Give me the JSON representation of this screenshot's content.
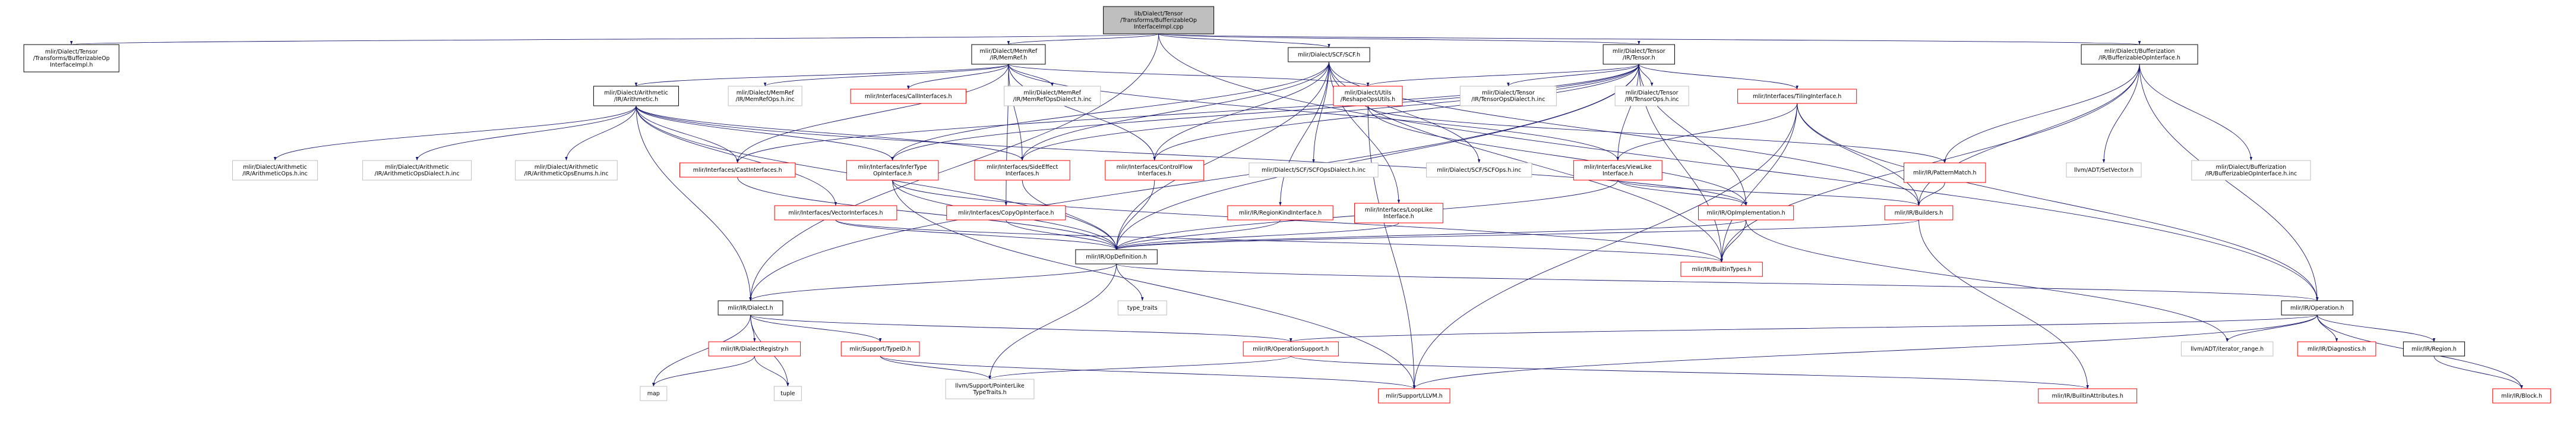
{
  "diagram": {
    "nodes": {
      "root": {
        "lines": [
          "lib/Dialect/Tensor",
          "/Transforms/BufferizableOp",
          "InterfaceImpl.cpp"
        ],
        "style": "root"
      },
      "ifimpl_h": {
        "lines": [
          "mlir/Dialect/Tensor",
          "/Transforms/BufferizableOp",
          "InterfaceImpl.h"
        ],
        "style": "black"
      },
      "memref": {
        "lines": [
          "mlir/Dialect/MemRef",
          "/IR/MemRef.h"
        ],
        "style": "black"
      },
      "scf": {
        "lines": [
          "mlir/Dialect/SCF/SCF.h"
        ],
        "style": "black"
      },
      "tensor": {
        "lines": [
          "mlir/Dialect/Tensor",
          "/IR/Tensor.h"
        ],
        "style": "black"
      },
      "bufop": {
        "lines": [
          "mlir/Dialect/Bufferization",
          "/IR/BufferizableOpInterface.h"
        ],
        "style": "black"
      },
      "arith": {
        "lines": [
          "mlir/Dialect/Arithmetic",
          "/IR/Arithmetic.h"
        ],
        "style": "black"
      },
      "memrefops": {
        "lines": [
          "mlir/Dialect/MemRef",
          "/IR/MemRefOps.h.inc"
        ],
        "style": "gray"
      },
      "callif": {
        "lines": [
          "mlir/Interfaces/CallInterfaces.h"
        ],
        "style": "red"
      },
      "memrefdial": {
        "lines": [
          "mlir/Dialect/MemRef",
          "/IR/MemRefOpsDialect.h.inc"
        ],
        "style": "gray"
      },
      "reshape": {
        "lines": [
          "mlir/Dialect/Utils",
          "/ReshapeOpsUtils.h"
        ],
        "style": "red"
      },
      "tensordial": {
        "lines": [
          "mlir/Dialect/Tensor",
          "/IR/TensorOpsDialect.h.inc"
        ],
        "style": "gray"
      },
      "tensorops": {
        "lines": [
          "mlir/Dialect/Tensor",
          "/IR/TensorOps.h.inc"
        ],
        "style": "gray"
      },
      "tiling": {
        "lines": [
          "mlir/Interfaces/TilingInterface.h"
        ],
        "style": "red"
      },
      "arithops": {
        "lines": [
          "mlir/Dialect/Arithmetic",
          "/IR/ArithmeticOps.h.inc"
        ],
        "style": "gray"
      },
      "arithdial": {
        "lines": [
          "mlir/Dialect/Arithmetic",
          "/IR/ArithmeticOpsDialect.h.inc"
        ],
        "style": "gray"
      },
      "arithenums": {
        "lines": [
          "mlir/Dialect/Arithmetic",
          "/IR/ArithmeticOpsEnums.h.inc"
        ],
        "style": "gray"
      },
      "cast": {
        "lines": [
          "mlir/Interfaces/CastInterfaces.h"
        ],
        "style": "red"
      },
      "infer": {
        "lines": [
          "mlir/Interfaces/InferType",
          "OpInterface.h"
        ],
        "style": "red"
      },
      "sideeff": {
        "lines": [
          "mlir/Interfaces/SideEffect",
          "Interfaces.h"
        ],
        "style": "red"
      },
      "ctrlflow": {
        "lines": [
          "mlir/Interfaces/ControlFlow",
          "Interfaces.h"
        ],
        "style": "red"
      },
      "scfdial": {
        "lines": [
          "mlir/Dialect/SCF/SCFOpsDialect.h.inc"
        ],
        "style": "gray"
      },
      "scfops": {
        "lines": [
          "mlir/Dialect/SCF/SCFOps.h.inc"
        ],
        "style": "gray"
      },
      "viewlike": {
        "lines": [
          "mlir/Interfaces/ViewLike",
          "Interface.h"
        ],
        "style": "red"
      },
      "patmatch": {
        "lines": [
          "mlir/IR/PatternMatch.h"
        ],
        "style": "red"
      },
      "setvector": {
        "lines": [
          "llvm/ADT/SetVector.h"
        ],
        "style": "gray"
      },
      "bufopinc": {
        "lines": [
          "mlir/Dialect/Bufferization",
          "/IR/BufferizableOpInterface.h.inc"
        ],
        "style": "gray"
      },
      "vector": {
        "lines": [
          "mlir/Interfaces/VectorInterfaces.h"
        ],
        "style": "red"
      },
      "copyop": {
        "lines": [
          "mlir/Interfaces/CopyOpInterface.h"
        ],
        "style": "red"
      },
      "region": {
        "lines": [
          "mlir/IR/RegionKindInterface.h"
        ],
        "style": "red"
      },
      "looplike": {
        "lines": [
          "mlir/Interfaces/LoopLike",
          "Interface.h"
        ],
        "style": "red"
      },
      "opimpl": {
        "lines": [
          "mlir/IR/OpImplementation.h"
        ],
        "style": "red"
      },
      "builders": {
        "lines": [
          "mlir/IR/Builders.h"
        ],
        "style": "red"
      },
      "opdef": {
        "lines": [
          "mlir/IR/OpDefinition.h"
        ],
        "style": "black"
      },
      "builtintypes": {
        "lines": [
          "mlir/IR/BuiltinTypes.h"
        ],
        "style": "red"
      },
      "typetraits": {
        "lines": [
          "type_traits"
        ],
        "style": "gray"
      },
      "dialect": {
        "lines": [
          "mlir/IR/Dialect.h"
        ],
        "style": "black"
      },
      "operation": {
        "lines": [
          "mlir/IR/Operation.h"
        ],
        "style": "black"
      },
      "dialreg": {
        "lines": [
          "mlir/IR/DialectRegistry.h"
        ],
        "style": "red"
      },
      "typeid": {
        "lines": [
          "mlir/Support/TypeID.h"
        ],
        "style": "red"
      },
      "opsupport": {
        "lines": [
          "mlir/IR/OperationSupport.h"
        ],
        "style": "red"
      },
      "iterrange": {
        "lines": [
          "llvm/ADT/iterator_range.h"
        ],
        "style": "gray"
      },
      "diagnostics": {
        "lines": [
          "mlir/IR/Diagnostics.h"
        ],
        "style": "red"
      },
      "irregion": {
        "lines": [
          "mlir/IR/Region.h"
        ],
        "style": "black"
      },
      "map": {
        "lines": [
          "map"
        ],
        "style": "gray"
      },
      "tuple": {
        "lines": [
          "tuple"
        ],
        "style": "gray"
      },
      "ptrlike": {
        "lines": [
          "llvm/Support/PointerLike",
          "TypeTraits.h"
        ],
        "style": "gray"
      },
      "llvm": {
        "lines": [
          "mlir/Support/LLVM.h"
        ],
        "style": "red"
      },
      "builtinattr": {
        "lines": [
          "mlir/IR/BuiltinAttributes.h"
        ],
        "style": "red"
      },
      "block": {
        "lines": [
          "mlir/IR/Block.h"
        ],
        "style": "red"
      }
    },
    "edges": [
      [
        "root",
        "ifimpl_h"
      ],
      [
        "root",
        "memref"
      ],
      [
        "root",
        "scf"
      ],
      [
        "root",
        "tensor"
      ],
      [
        "root",
        "bufop"
      ],
      [
        "root",
        "dialect"
      ],
      [
        "root",
        "operation"
      ],
      [
        "memref",
        "arith"
      ],
      [
        "memref",
        "memrefops"
      ],
      [
        "memref",
        "callif"
      ],
      [
        "memref",
        "memrefdial"
      ],
      [
        "memref",
        "reshape"
      ],
      [
        "memref",
        "cast"
      ],
      [
        "memref",
        "sideeff"
      ],
      [
        "memref",
        "ctrlflow"
      ],
      [
        "memref",
        "copyop"
      ],
      [
        "memref",
        "viewlike"
      ],
      [
        "tensor",
        "reshape"
      ],
      [
        "tensor",
        "tensordial"
      ],
      [
        "tensor",
        "tensorops"
      ],
      [
        "tensor",
        "tiling"
      ],
      [
        "tensor",
        "cast"
      ],
      [
        "tensor",
        "infer"
      ],
      [
        "tensor",
        "sideeff"
      ],
      [
        "tensor",
        "ctrlflow"
      ],
      [
        "tensor",
        "viewlike"
      ],
      [
        "tensor",
        "opimpl"
      ],
      [
        "tensor",
        "builtintypes"
      ],
      [
        "tensor",
        "opdef"
      ],
      [
        "tensor",
        "dialect"
      ],
      [
        "scf",
        "scfdial"
      ],
      [
        "scf",
        "scfops"
      ],
      [
        "scf",
        "sideeff"
      ],
      [
        "scf",
        "ctrlflow"
      ],
      [
        "scf",
        "region"
      ],
      [
        "scf",
        "looplike"
      ],
      [
        "scf",
        "builders"
      ],
      [
        "scf",
        "builtintypes"
      ],
      [
        "scf",
        "infer"
      ],
      [
        "scf",
        "opdef"
      ],
      [
        "bufop",
        "setvector"
      ],
      [
        "bufop",
        "bufopinc"
      ],
      [
        "bufop",
        "patmatch"
      ],
      [
        "bufop",
        "builders"
      ],
      [
        "bufop",
        "builtintypes"
      ],
      [
        "bufop",
        "operation"
      ],
      [
        "tiling",
        "viewlike"
      ],
      [
        "tiling",
        "builders"
      ],
      [
        "tiling",
        "builtintypes"
      ],
      [
        "tiling",
        "operation"
      ],
      [
        "tiling",
        "llvm"
      ],
      [
        "arith",
        "arithops"
      ],
      [
        "arith",
        "arithdial"
      ],
      [
        "arith",
        "arithenums"
      ],
      [
        "arith",
        "cast"
      ],
      [
        "arith",
        "infer"
      ],
      [
        "arith",
        "sideeff"
      ],
      [
        "arith",
        "vector"
      ],
      [
        "arith",
        "opdef"
      ],
      [
        "arith",
        "dialect"
      ],
      [
        "arith",
        "opimpl"
      ],
      [
        "reshape",
        "opimpl"
      ],
      [
        "reshape",
        "patmatch"
      ],
      [
        "reshape",
        "llvm"
      ],
      [
        "cast",
        "opdef"
      ],
      [
        "infer",
        "opdef"
      ],
      [
        "infer",
        "builtintypes"
      ],
      [
        "infer",
        "llvm"
      ],
      [
        "sideeff",
        "opdef"
      ],
      [
        "ctrlflow",
        "opdef"
      ],
      [
        "viewlike",
        "builders"
      ],
      [
        "viewlike",
        "opimpl"
      ],
      [
        "viewlike",
        "opdef"
      ],
      [
        "patmatch",
        "builders"
      ],
      [
        "vector",
        "opdef"
      ],
      [
        "vector",
        "builtintypes"
      ],
      [
        "copyop",
        "opdef"
      ],
      [
        "region",
        "opdef"
      ],
      [
        "looplike",
        "opdef"
      ],
      [
        "opimpl",
        "opdef"
      ],
      [
        "opimpl",
        "builtintypes"
      ],
      [
        "opimpl",
        "iterrange"
      ],
      [
        "builders",
        "opdef"
      ],
      [
        "builders",
        "builtinattr"
      ],
      [
        "opdef",
        "dialect"
      ],
      [
        "opdef",
        "operation"
      ],
      [
        "opdef",
        "typetraits"
      ],
      [
        "opdef",
        "ptrlike"
      ],
      [
        "dialect",
        "dialreg"
      ],
      [
        "dialect",
        "typeid"
      ],
      [
        "dialect",
        "opsupport"
      ],
      [
        "dialect",
        "map"
      ],
      [
        "dialect",
        "tuple"
      ],
      [
        "dialreg",
        "map"
      ],
      [
        "dialreg",
        "tuple"
      ],
      [
        "typeid",
        "llvm"
      ],
      [
        "typeid",
        "ptrlike"
      ],
      [
        "operation",
        "opsupport"
      ],
      [
        "operation",
        "iterrange"
      ],
      [
        "operation",
        "diagnostics"
      ],
      [
        "operation",
        "irregion"
      ],
      [
        "operation",
        "block"
      ],
      [
        "operation",
        "llvm"
      ],
      [
        "opsupport",
        "builtinattr"
      ],
      [
        "opsupport",
        "ptrlike"
      ],
      [
        "irregion",
        "block"
      ]
    ]
  }
}
